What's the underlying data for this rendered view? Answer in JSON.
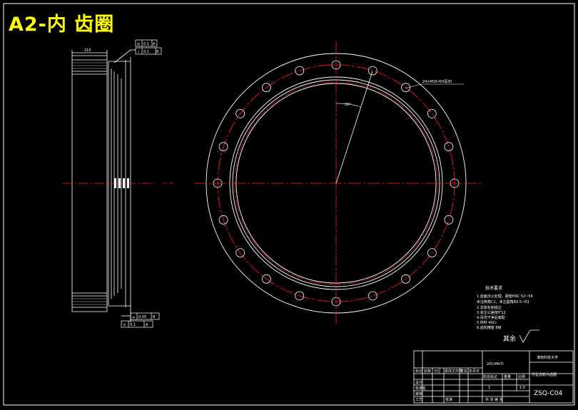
{
  "title": "A2-内 齿圈",
  "notes": {
    "heading": "技术要求",
    "lines": [
      "1.齿面淬火处理，硬度HRC 52~56",
      "未注倒角C1，未注圆角R0.5~R1",
      "2.去除毛刺锐边",
      "3.未注公差按IT12",
      "4.清洗干净后装配",
      "5.材料 40Cr",
      "6.齿轮精度 8级"
    ],
    "roughness_label": "其余"
  },
  "titleblock": {
    "company": "淮南科技大学",
    "part_name": "行星齿轮内齿圈",
    "material": "20CrMnTi",
    "drawing_no": "ZSQ-C04",
    "scale": "1:5",
    "quantity": "1",
    "stage_label": "阶段标记",
    "weight_label": "重量",
    "ratio_label": "比例",
    "designer_label": "设计",
    "checker_label": "审核",
    "approver_label": "批准",
    "process_label": "工艺",
    "standard_label": "标准化",
    "sheet_label": "共 张 第 张",
    "header_cells": [
      "标记",
      "处数",
      "分区",
      "更改文件号",
      "签名",
      "年月日"
    ]
  },
  "annotations": {
    "angle": "20°",
    "holes": "24×M16-6H深30",
    "top_dim": "210",
    "gdt_top": [
      "◎",
      "0.1",
      "A"
    ],
    "gdt_second": [
      "⊥",
      "0.1",
      "B"
    ],
    "gdt_bottom": [
      "⌓",
      "0.05",
      "B"
    ],
    "gdt_bottom2": [
      "⊙",
      "0.1",
      "A"
    ]
  },
  "colors": {
    "line": "#ffffff",
    "center": "#ff2020",
    "title": "#ffff00",
    "bg": "#000000"
  }
}
